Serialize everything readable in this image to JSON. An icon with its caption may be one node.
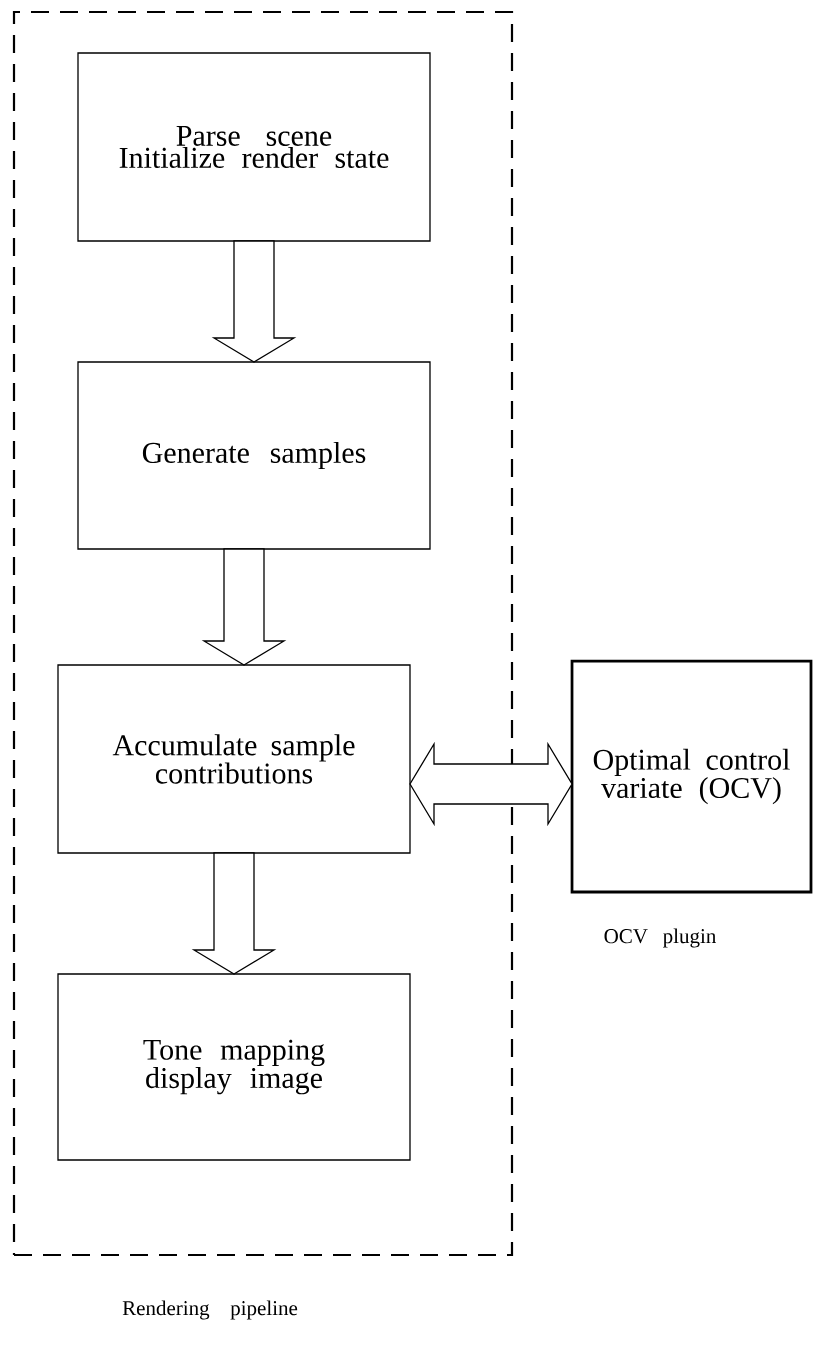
{
  "diagram": {
    "nodes": [
      {
        "text": [
          "Rendering pipeline"
        ]
      },
      {
        "text": [
          "Parse scene",
          "Initialize render state"
        ],
        "in": 0
      },
      {
        "text": [
          "Generate samples"
        ],
        "in": 0
      },
      {
        "text": [
          "Accumulate sample contributions"
        ],
        "in": 0
      },
      {
        "text": [
          "Tone mapping display image"
        ],
        "in": 0
      },
      {
        "text": [
          "Optimal control variate (OCV)",
          "OCV plugin"
        ]
      }
    ],
    "edges": [
      {
        "from": 1,
        "to": 2,
        "arrow": "to"
      },
      {
        "from": 2,
        "to": 3,
        "arrow": "to"
      },
      {
        "from": 3,
        "to": 4,
        "arrow": "to"
      },
      {
        "from": 3,
        "to": 5,
        "arrow": "both"
      }
    ]
  }
}
